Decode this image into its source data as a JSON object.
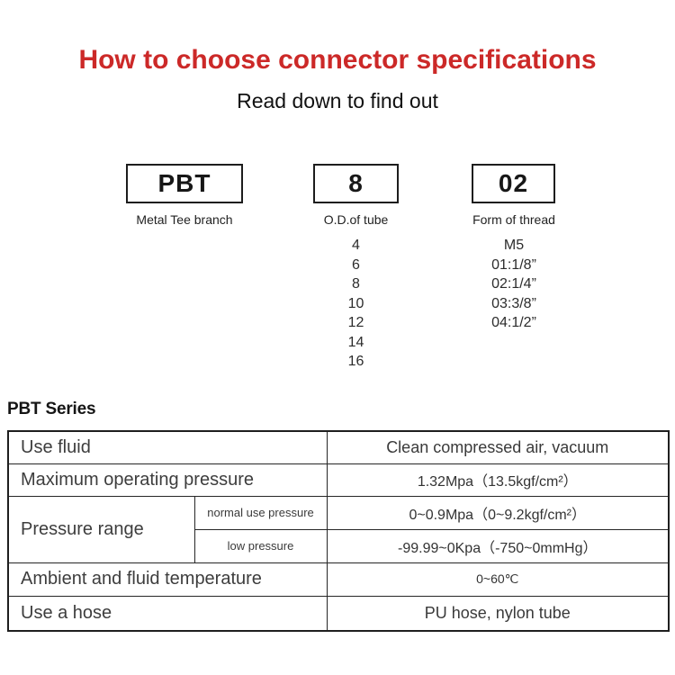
{
  "header": {
    "title": "How to choose connector specifications",
    "subtitle": "Read down to find out"
  },
  "code_breakdown": {
    "segments": [
      {
        "code": "PBT",
        "label": "Metal Tee branch",
        "options": []
      },
      {
        "code": "8",
        "label": "O.D.of tube",
        "options": [
          "4",
          "6",
          "8",
          "10",
          "12",
          "14",
          "16"
        ]
      },
      {
        "code": "02",
        "label": "Form of thread",
        "options": [
          "M5",
          "01:1/8”",
          "02:1/4”",
          "03:3/8”",
          "04:1/2”"
        ]
      }
    ]
  },
  "series_heading": "PBT Series",
  "spec_table": {
    "use_fluid": {
      "label": "Use fluid",
      "value": "Clean compressed air, vacuum"
    },
    "max_pressure": {
      "label": "Maximum operating pressure",
      "value": "1.32Mpa（13.5kgf/cm²）"
    },
    "pressure_range": {
      "label": "Pressure range",
      "normal": {
        "label": "normal use pressure",
        "value": "0~0.9Mpa（0~9.2kgf/cm²）"
      },
      "low": {
        "label": "low pressure",
        "value": "-99.99~0Kpa（-750~0mmHg）"
      }
    },
    "temperature": {
      "label": "Ambient and fluid temperature",
      "value": "0~60℃"
    },
    "hose": {
      "label": "Use a hose",
      "value": "PU hose, nylon tube"
    }
  },
  "colors": {
    "accent_red": "#cc2928",
    "row_highlight": "#f6efe3",
    "table_border": "#1f1f1f"
  }
}
